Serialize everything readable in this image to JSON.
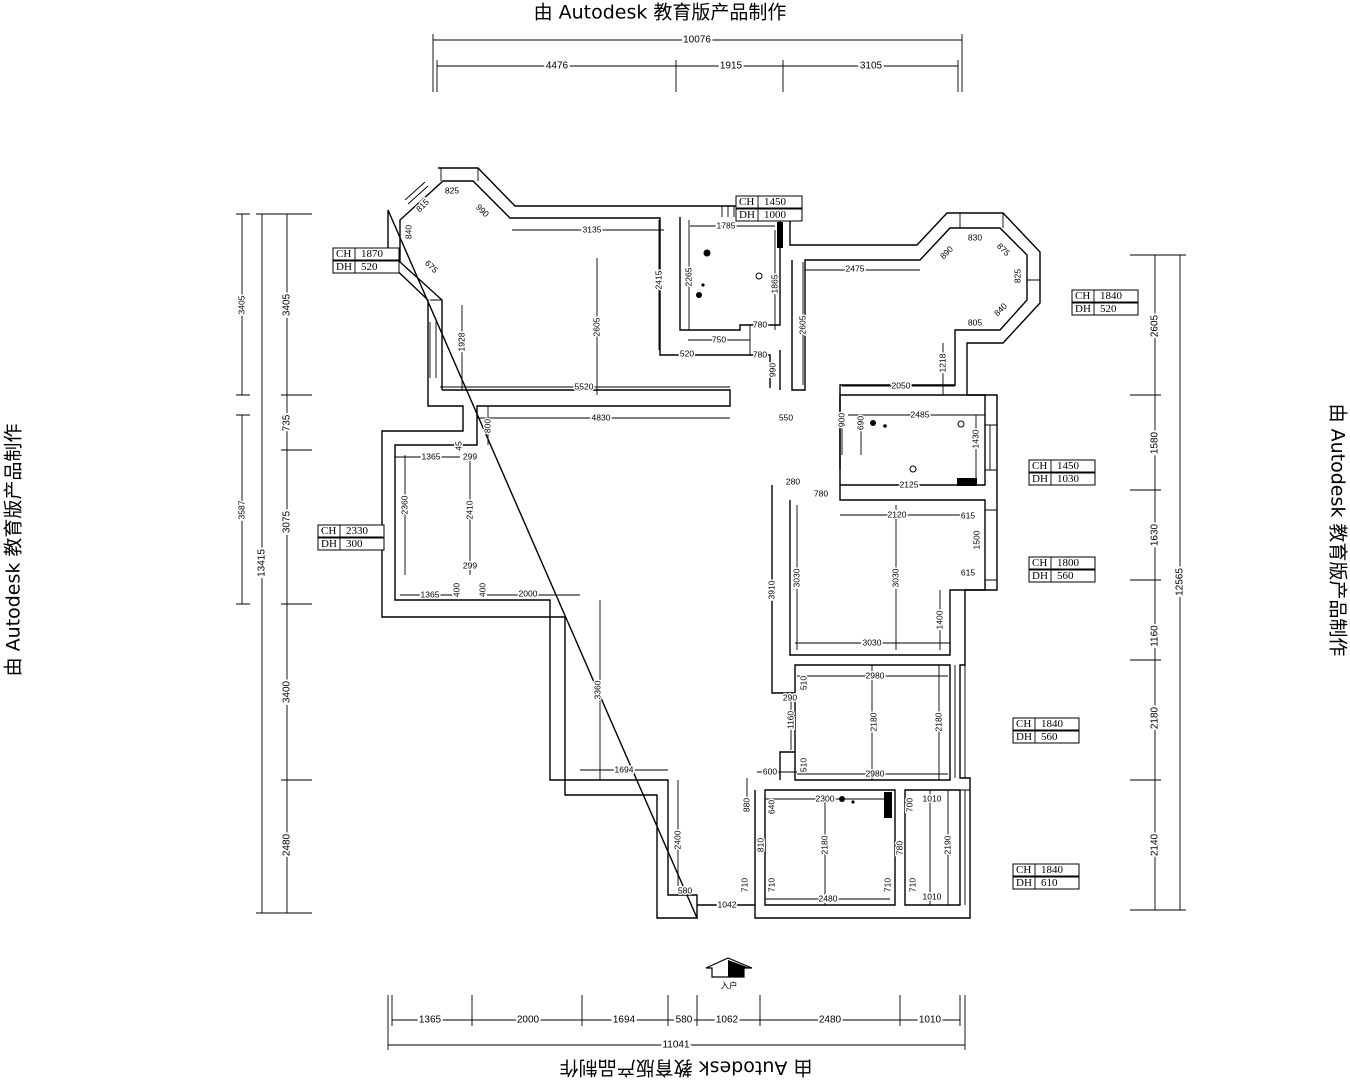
{
  "watermark": {
    "top": "由 Autodesk 教育版产品制作",
    "bottom": "由 Autodesk 教育版产品制作",
    "left": "由 Autodesk 教育版产品制作",
    "right": "由 Autodesk 教育版产品制作"
  },
  "overall": {
    "top": "10076",
    "bottom": "11041",
    "left": "13415",
    "right": "12565"
  },
  "top_segments": [
    "4476",
    "1915",
    "3105"
  ],
  "bottom_segments": [
    "1365",
    "2000",
    "1694",
    "580",
    "1062",
    "2480",
    "1010"
  ],
  "left_segments": [
    "3405",
    "735",
    "3075",
    "3400",
    "2480"
  ],
  "left_inner_segments": [
    "3405",
    "3587"
  ],
  "right_segments": [
    "2605",
    "1580",
    "1630",
    "1160",
    "2180",
    "2140"
  ],
  "entrance_label": "入户",
  "tags": [
    {
      "ch": "CH",
      "chv": "1870",
      "dh": "DH",
      "dhv": "520"
    },
    {
      "ch": "CH",
      "chv": "1450",
      "dh": "DH",
      "dhv": "1000"
    },
    {
      "ch": "CH",
      "chv": "1840",
      "dh": "DH",
      "dhv": "520"
    },
    {
      "ch": "CH",
      "chv": "1450",
      "dh": "DH",
      "dhv": "1030"
    },
    {
      "ch": "CH",
      "chv": "1800",
      "dh": "DH",
      "dhv": "560"
    },
    {
      "ch": "CH",
      "chv": "2330",
      "dh": "DH",
      "dhv": "300"
    },
    {
      "ch": "CH",
      "chv": "1840",
      "dh": "DH",
      "dhv": "560"
    },
    {
      "ch": "CH",
      "chv": "1840",
      "dh": "DH",
      "dhv": "610"
    }
  ],
  "interior": [
    "825",
    "815",
    "990",
    "840",
    "675",
    "3135",
    "1928",
    "2605",
    "5520",
    "4830",
    "2415",
    "2265",
    "1785",
    "1865",
    "780",
    "750",
    "780",
    "520",
    "990",
    "550",
    "2605",
    "2475",
    "890",
    "830",
    "875",
    "825",
    "840",
    "805",
    "1218",
    "2050",
    "2485",
    "900",
    "690",
    "1430",
    "2125",
    "2120",
    "3030",
    "3030",
    "3910",
    "3030",
    "1400",
    "1500",
    "615",
    "615",
    "2980",
    "2180",
    "2180",
    "510",
    "290",
    "1160",
    "510",
    "600",
    "2980",
    "880",
    "2300",
    "640",
    "810",
    "2180",
    "780",
    "2190",
    "1010",
    "700",
    "710",
    "710",
    "2480",
    "710",
    "710",
    "1010",
    "1042",
    "580",
    "2400",
    "3360",
    "1694",
    "2000",
    "1365",
    "400",
    "400",
    "299",
    "2410",
    "299",
    "1365",
    "800",
    "45",
    "2360",
    "280",
    "780"
  ]
}
